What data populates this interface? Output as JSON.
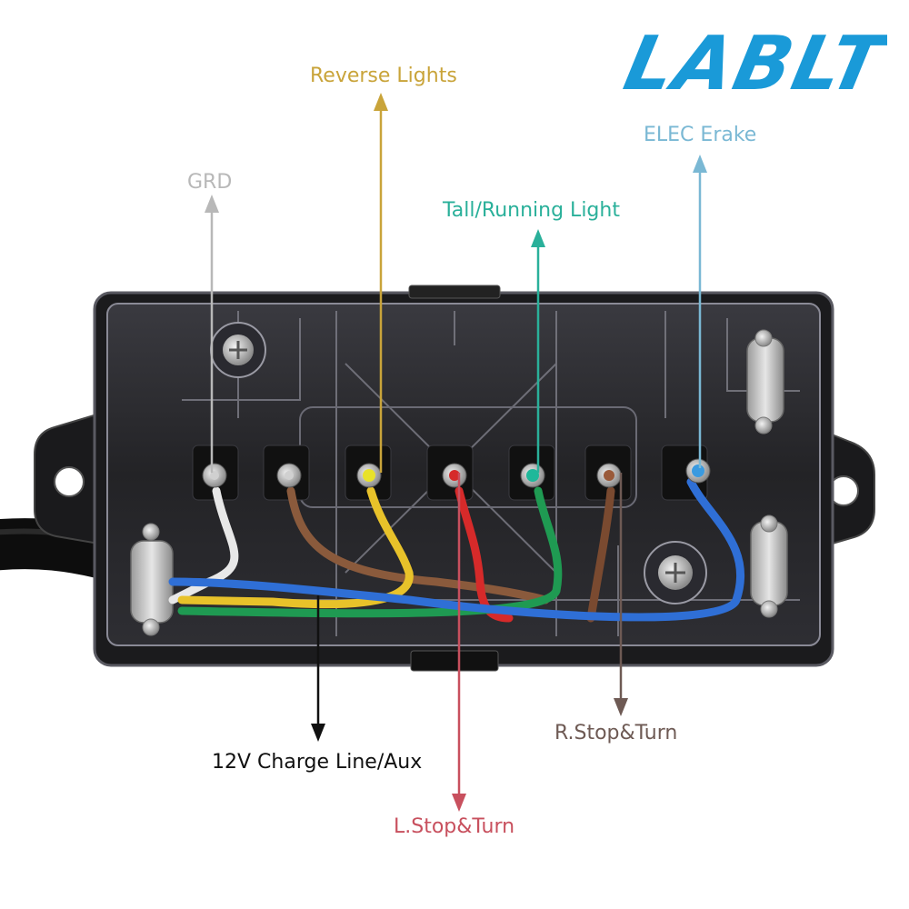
{
  "brand": {
    "logo_text": "LABLT",
    "color": "#1a9ad8"
  },
  "labels": {
    "reverse_lights": {
      "text": "Reverse Lights",
      "color": "#c9a43a"
    },
    "elec_brake": {
      "text": "ELEC Erake",
      "color": "#7ab8d4"
    },
    "grd": {
      "text": "GRD",
      "color": "#b8b8b8"
    },
    "tail_running": {
      "text": "Tall/Running Light",
      "color": "#2ab09a"
    },
    "charge_line": {
      "text": "12V Charge Line/Aux",
      "color": "#111111"
    },
    "r_stop_turn": {
      "text": "R.Stop&Turn",
      "color": "#6e5a54"
    },
    "l_stop_turn": {
      "text": "L.Stop&Turn",
      "color": "#c8505e"
    }
  },
  "wire_colors": {
    "white": "#e8e8e8",
    "brown": "#8a5a3c",
    "yellow": "#e8c22a",
    "red": "#d62a2a",
    "green": "#1f9a52",
    "blue": "#2f6fd6",
    "housing": "#1b1b1d",
    "cable": "#0d0d0d"
  }
}
